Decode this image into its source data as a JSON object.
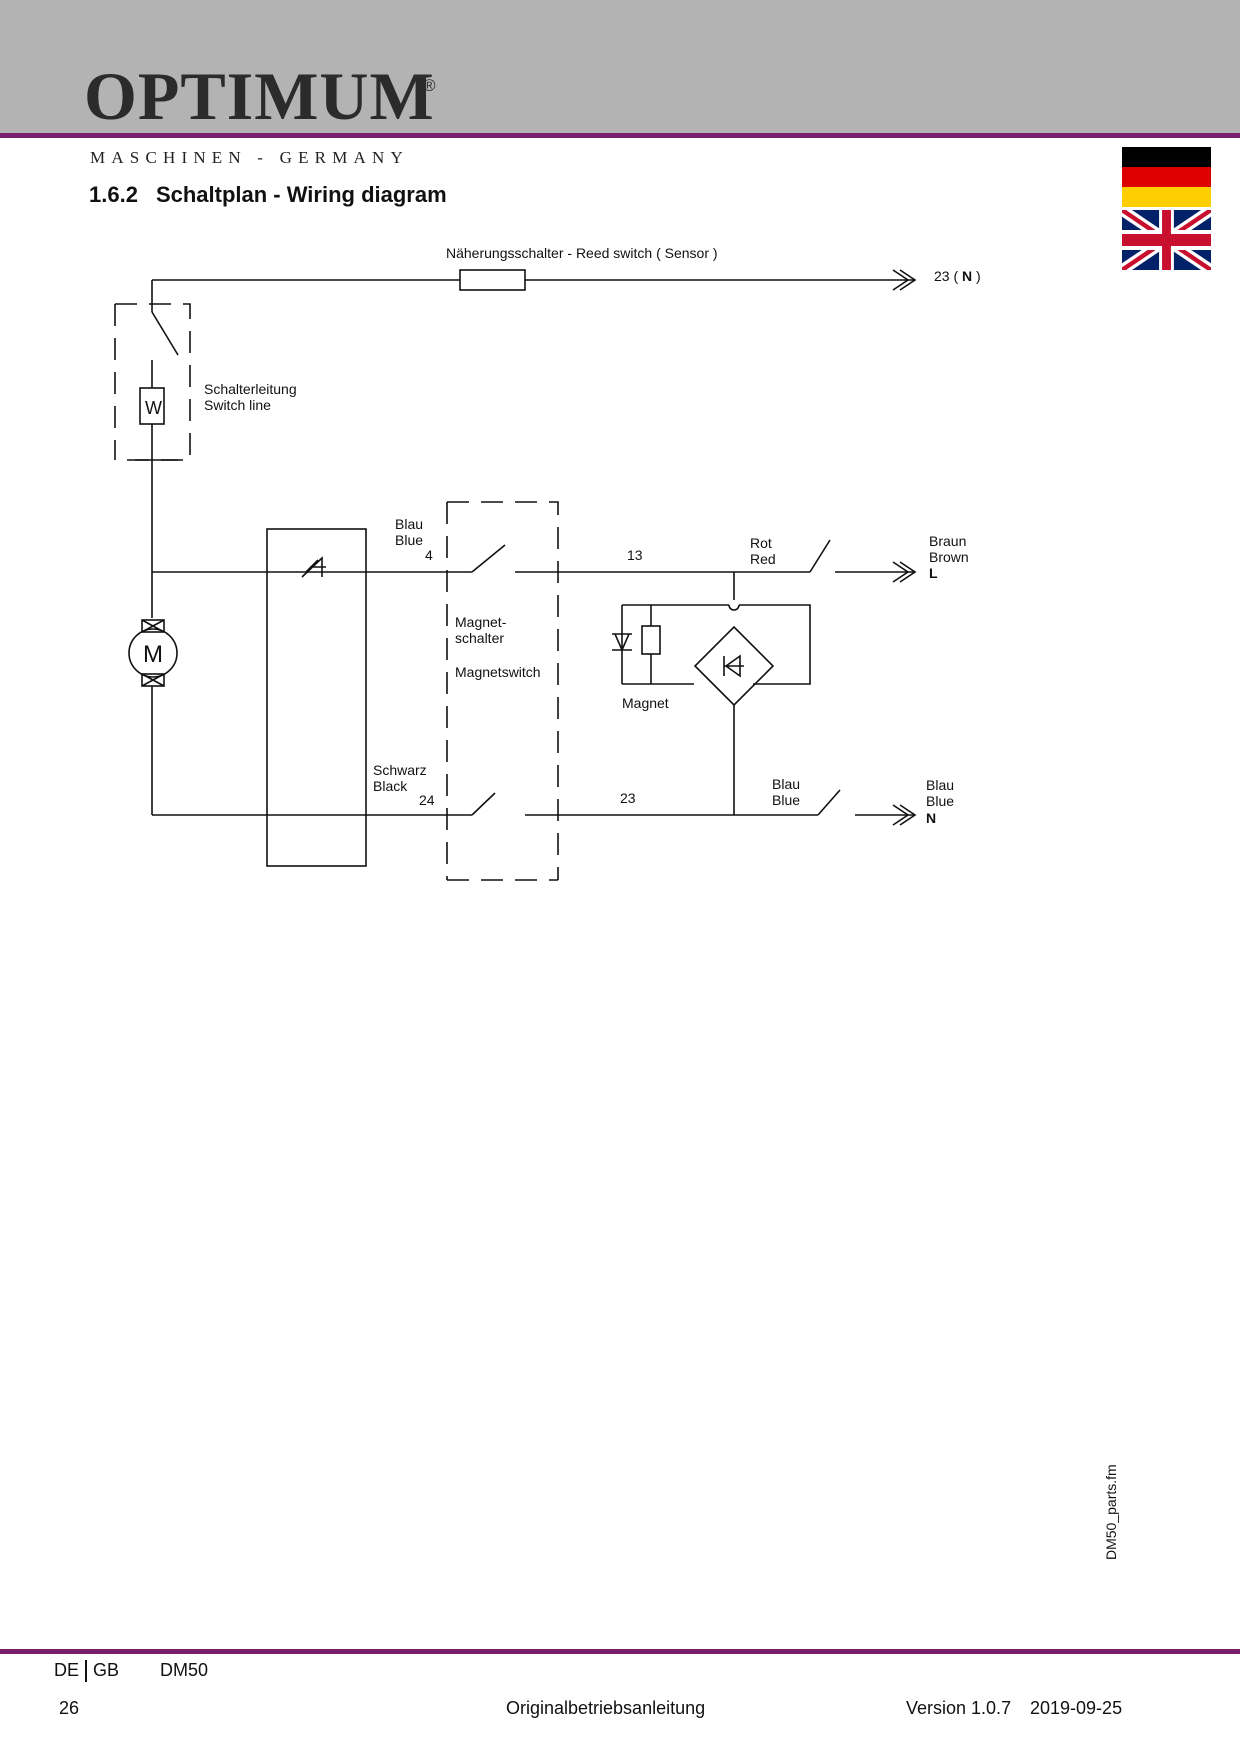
{
  "header": {
    "logo": "OPTIMUM",
    "logo_mark": "®",
    "tagline": "MASCHINEN - GERMANY",
    "accent_color": "#7a1f6e"
  },
  "section": {
    "number": "1.6.2",
    "title": "Schaltplan - Wiring diagram"
  },
  "flags": [
    "flag-germany-icon",
    "flag-uk-icon"
  ],
  "diagram": {
    "reed_switch": "Näherungsschalter - Reed switch ( Sensor )",
    "terminal_23": "23 (",
    "terminal_23_n": "N",
    "terminal_23_close": ")",
    "switch_line_de": "Schalterleitung",
    "switch_line_en": "Switch line",
    "w_symbol": "W",
    "m_symbol": "M",
    "blau_top": "Blau",
    "blue_top": "Blue",
    "num_4": "4",
    "num_13": "13",
    "rot": "Rot",
    "red": "Red",
    "braun": "Braun",
    "brown": "Brown",
    "l": "L",
    "magnet_de_1": "Magnet-",
    "magnet_de_2": "schalter",
    "magnet_en": "Magnetswitch",
    "magnet": "Magnet",
    "schwarz": "Schwarz",
    "black": "Black",
    "num_24": "24",
    "num_23": "23",
    "blau_mid": "Blau",
    "blue_mid": "Blue",
    "blau_right": "Blau",
    "blue_right": "Blue",
    "n": "N"
  },
  "side_file": "DM50_parts.fm",
  "footer": {
    "lang_de": "DE",
    "lang_gb": "GB",
    "model": "DM50",
    "page": "26",
    "doc": "Originalbetriebsanleitung",
    "version": "Version 1.0.7",
    "date": "2019-09-25"
  }
}
